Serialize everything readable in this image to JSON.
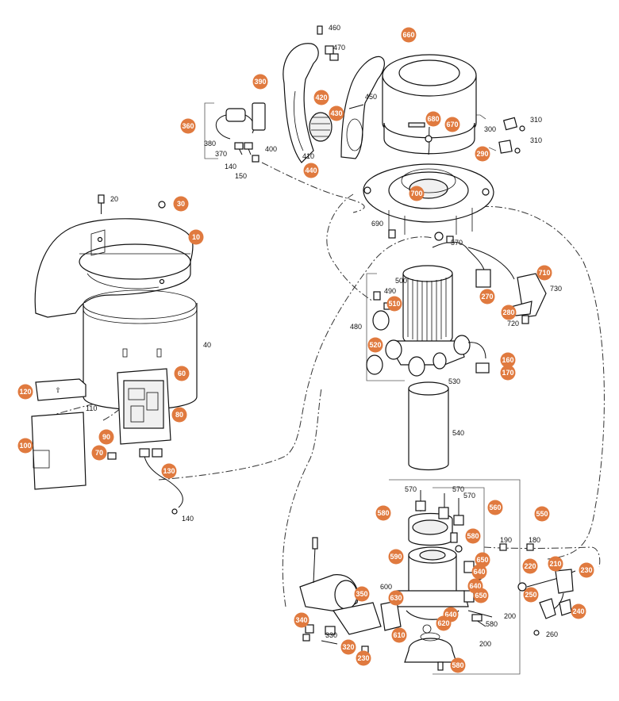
{
  "diagram": {
    "accent_color": "#e07a3f",
    "badges": {
      "b660": "660",
      "b390": "390",
      "b420": "420",
      "b430": "430",
      "b680": "680",
      "b670": "670",
      "b360": "360",
      "b440": "440",
      "b290": "290",
      "b700": "700",
      "b30": "30",
      "b10": "10",
      "b710": "710",
      "b510": "510",
      "b270": "270",
      "b280": "280",
      "b520": "520",
      "b160": "160",
      "b170": "170",
      "b60": "60",
      "b120": "120",
      "b80": "80",
      "b90": "90",
      "b100": "100",
      "b70": "70",
      "b130": "130",
      "b560": "560",
      "b550": "550",
      "b580a": "580",
      "b580b": "580",
      "b590": "590",
      "b650a": "650",
      "b640a": "640",
      "b220": "220",
      "b210": "210",
      "b230a": "230",
      "b640b": "640",
      "b650b": "650",
      "b350": "350",
      "b630": "630",
      "b640c": "640",
      "b620": "620",
      "b250": "250",
      "b240": "240",
      "b340": "340",
      "b610": "610",
      "b320": "320",
      "b230b": "230",
      "b580c": "580"
    },
    "labels": {
      "l460": "460",
      "l470": "470",
      "l450": "450",
      "l300": "300",
      "l310a": "310",
      "l310b": "310",
      "l380": "380",
      "l370": "370",
      "l400": "400",
      "l410": "410",
      "l140a": "140",
      "l150": "150",
      "l20": "20",
      "l690": "690",
      "l570a": "570",
      "l500": "500",
      "l490": "490",
      "l480": "480",
      "l730": "730",
      "l720": "720",
      "l40": "40",
      "l530": "530",
      "l110": "110",
      "l540": "540",
      "l570b": "570",
      "l570c": "570",
      "l570d": "570",
      "l140b": "140",
      "l190": "190",
      "l180": "180",
      "l600": "600",
      "l200a": "200",
      "l580": "580",
      "l200b": "200",
      "l330": "330",
      "l260": "260"
    }
  }
}
